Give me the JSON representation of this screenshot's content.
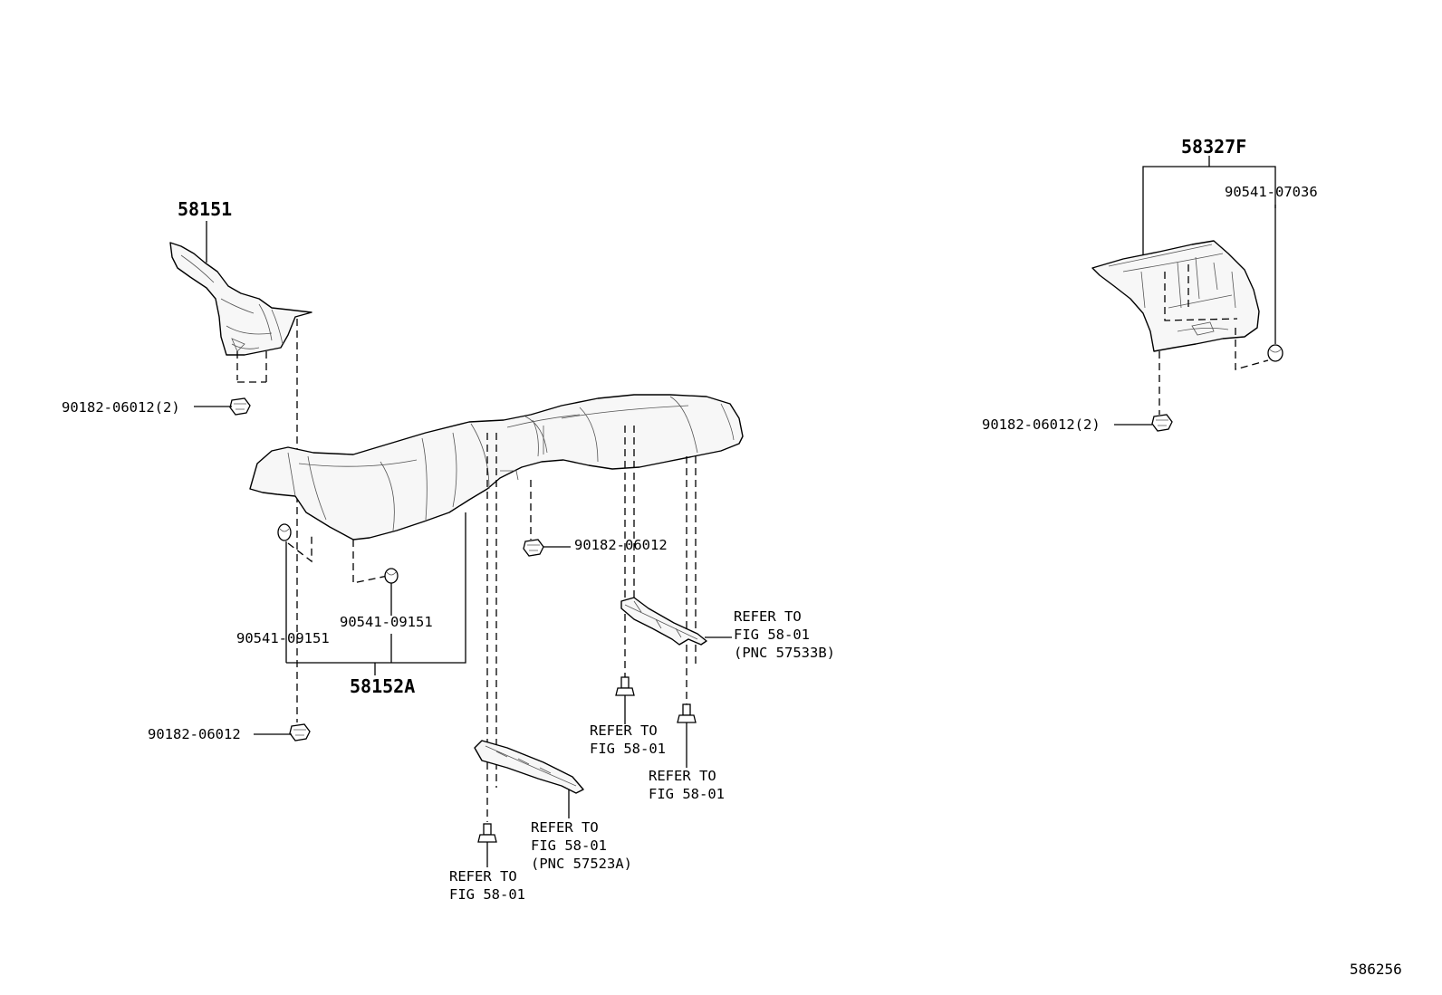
{
  "diagram": {
    "catalog_number": "586256",
    "parts": {
      "p58151": "58151",
      "p58152a": "58152A",
      "p58327f": "58327F"
    },
    "callouts": {
      "c_90182_06012_2_left": "90182-06012(2)",
      "c_90182_06012_2_right": "90182-06012(2)",
      "c_90182_06012_mid": "90182-06012",
      "c_90182_06012_low": "90182-06012",
      "c_90541_09151_a": "90541-09151",
      "c_90541_09151_b": "90541-09151",
      "c_90541_07036": "90541-07036"
    },
    "refer_notes": {
      "r1": [
        "REFER TO",
        "FIG 58-01",
        "(PNC 57533B)"
      ],
      "r2": [
        "REFER TO",
        "FIG 58-01"
      ],
      "r3": [
        "REFER TO",
        "FIG 58-01"
      ],
      "r4": [
        "REFER TO",
        "FIG 58-01",
        "(PNC 57523A)"
      ],
      "r5": [
        "REFER TO",
        "FIG 58-01"
      ]
    }
  }
}
